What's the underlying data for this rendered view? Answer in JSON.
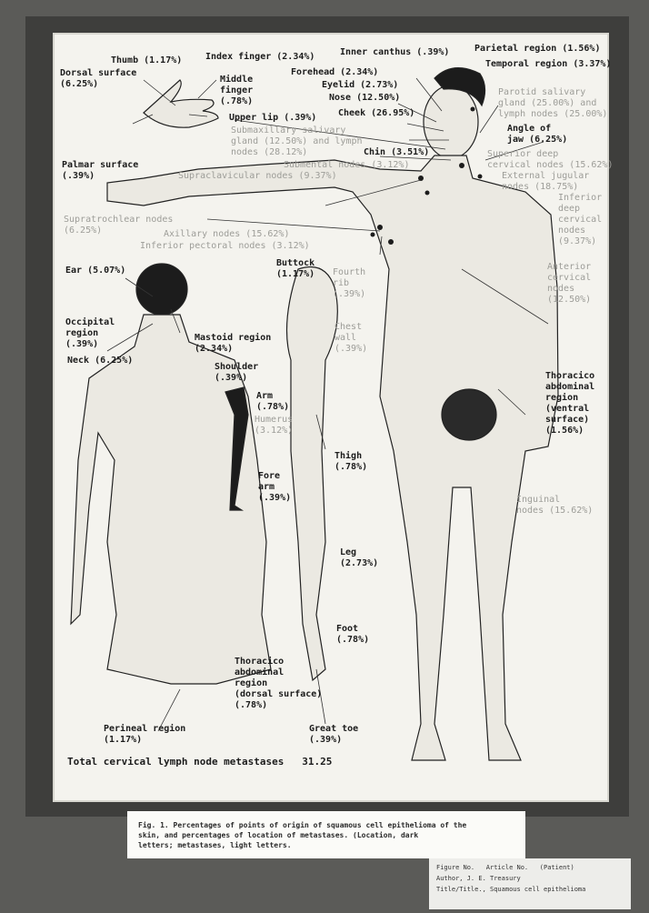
{
  "labels": {
    "thumb": "Thumb (1.17%)",
    "index_finger": "Index finger (2.34%)",
    "inner_canthus": "Inner canthus (.39%)",
    "parietal": "Parietal region (1.56%)",
    "temporal": "Temporal region (3.37%)",
    "dorsal_surface": "Dorsal surface\n(6.25%)",
    "middle_finger": "Middle\nfinger\n(.78%)",
    "forehead": "Forehead (2.34%)",
    "eyelid": "Eyelid (2.73%)",
    "nose": "Nose (12.50%)",
    "cheek": "Cheek (26.95%)",
    "parotid": "Parotid salivary\ngland (25.00%) and\nlymph nodes (25.00%)",
    "upper_lip": "Upper lip (.39%)",
    "submaxillary": "Submaxillary salivary\ngland (12.50%) and lymph\nnodes (28.12%)",
    "chin": "Chin (3.51%)",
    "angle_of_jaw": "Angle of\njaw (6.25%)",
    "superior_deep": "Superior deep\ncervical nodes (15.62%)",
    "submental": "Submental nodes (3.12%)",
    "external_jugular": "External jugular\nnodes (18.75%)",
    "palmar": "Palmar surface\n(.39%)",
    "supraclavicular": "Supraclavicular nodes (9.37%)",
    "inferior_deep": "Inferior\ndeep\ncervical\nnodes\n(9.37%)",
    "supratrochlear": "Supratrochlear nodes\n(6.25%)",
    "axillary": "Axillary nodes (15.62%)",
    "inferior_pectoral": "Inferior pectoral nodes (3.12%)",
    "ear": "Ear (5.07%)",
    "buttock": "Buttock\n(1.17%)",
    "fourth_rib": "Fourth\nrib\n(.39%)",
    "chest_wall": "Chest\nwall\n(.39%)",
    "anterior_cervical": "Anterior\ncervical\nnodes\n(12.50%)",
    "occipital": "Occipital\nregion\n(.39%)",
    "mastoid": "Mastoid region\n(2.34%)",
    "neck": "Neck (6.25%)",
    "shoulder": "Shoulder\n(.39%)",
    "arm": "Arm\n(.78%)",
    "humerus": "Humerus\n(3.12%)",
    "thoracico_ventral": "Thoracico\nabdominal\nregion\n(ventral\nsurface)\n(1.56%)",
    "thigh": "Thigh\n(.78%)",
    "forearm": "Fore\narm\n(.39%)",
    "inguinal": "Inguinal\nnodes (15.62%)",
    "leg": "Leg\n(2.73%)",
    "foot": "Foot\n(.78%)",
    "thoracico_dorsal": "Thoracico\nabdominal\nregion\n(dorsal surface)\n(.78%)",
    "perineal": "Perineal region\n(1.17%)",
    "great_toe": "Great toe\n(.39%)",
    "total": "Total cervical lymph node metastases   31.25"
  },
  "caption": {
    "fig": "Fig. 1.",
    "text": "Percentages of points of origin of squamous cell epithelioma of the\nskin, and percentages of location of metastases. (Location, dark\nletters; metastases, light letters."
  },
  "stamp": {
    "line1": "Figure No.   Article No.   (Patient)",
    "line2": "Author, J. E. Treasury",
    "line3": "Title/Title., Squamous cell epithelioma"
  },
  "colors": {
    "plate": "#f4f3ee",
    "ink": "#1c1c1c",
    "skin_shade": "#d9d7cf"
  }
}
